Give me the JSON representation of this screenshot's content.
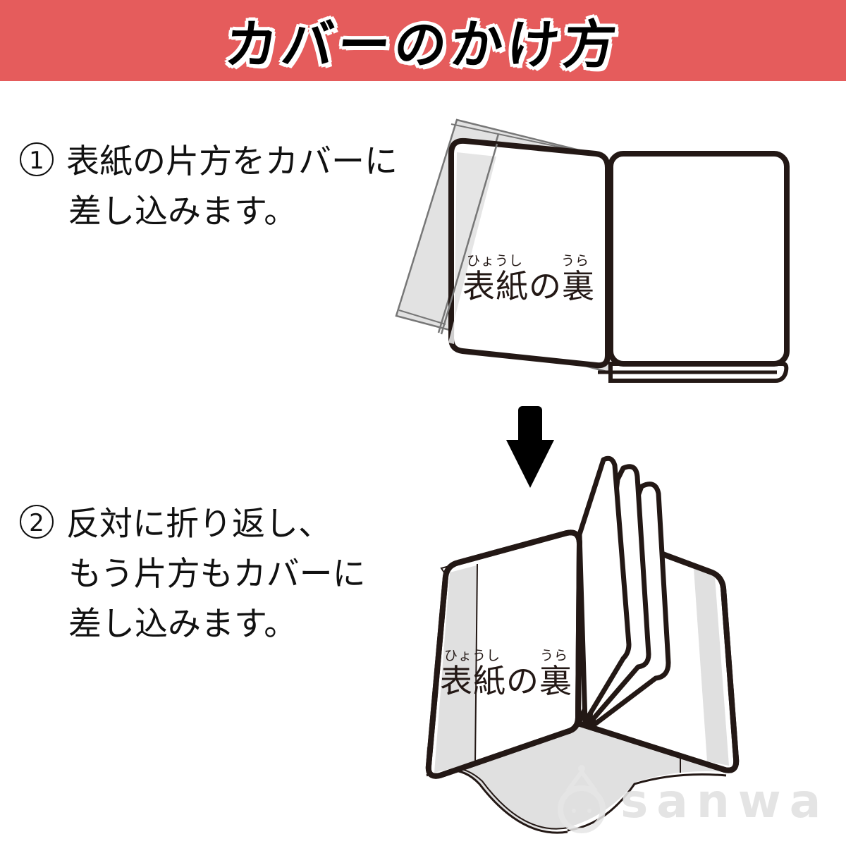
{
  "header": {
    "title": "カバーのかけ方",
    "background_color": "#e55c5c"
  },
  "steps": [
    {
      "number": "1",
      "lines": [
        "表紙の片方をカバーに",
        "差し込みます。"
      ]
    },
    {
      "number": "2",
      "lines": [
        "反対に折り返し、",
        "もう片方もカバーに",
        "差し込みます。"
      ]
    }
  ],
  "illustrations": {
    "step1_label": {
      "ruby_left": "ひょうし",
      "ruby_right": "うら",
      "text": "表紙の裏"
    },
    "step2_label": {
      "ruby_left": "ひょうし",
      "ruby_right": "うら",
      "text": "表紙の裏"
    },
    "arrow_icon": "arrow-down-icon"
  },
  "watermark": {
    "text": "sanwa"
  },
  "colors": {
    "accent": "#e55c5c",
    "ink": "#231815",
    "cover_gray": "#e0e0e0",
    "cover_line": "#777777"
  }
}
